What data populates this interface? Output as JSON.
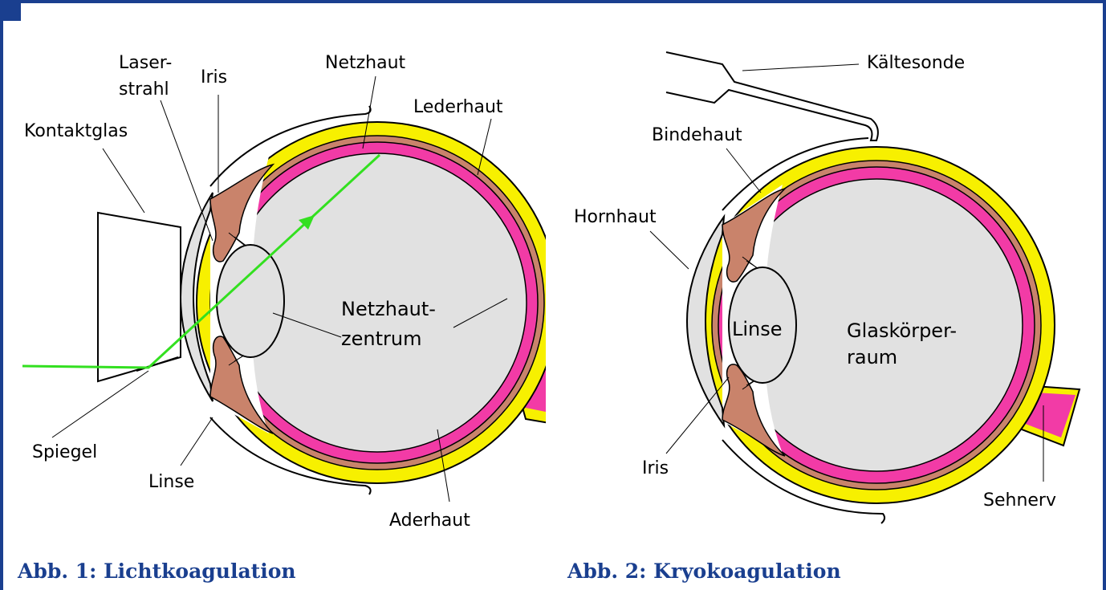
{
  "colors": {
    "frame": "#1a3f8f",
    "sclera": "#f7f000",
    "choroid": "#c9836b",
    "retina": "#f23ba6",
    "vitreous": "#e1e1e1",
    "laser": "#33e020"
  },
  "figure1": {
    "caption": "Abb. 1: Lichtkoagulation",
    "labels": {
      "laser_l1": "Laser-",
      "laser_l2": "strahl",
      "iris": "Iris",
      "netzhaut": "Netzhaut",
      "lederhaut": "Lederhaut",
      "kontaktglas": "Kontaktglas",
      "zentrum_l1": "Netzhaut-",
      "zentrum_l2": "zentrum",
      "spiegel": "Spiegel",
      "linse": "Linse",
      "aderhaut": "Aderhaut"
    }
  },
  "figure2": {
    "caption": "Abb. 2: Kryokoagulation",
    "labels": {
      "kaeltesonde": "Kältesonde",
      "bindehaut": "Bindehaut",
      "hornhaut": "Hornhaut",
      "linse": "Linse",
      "glas_l1": "Glaskörper-",
      "glas_l2": "raum",
      "iris": "Iris",
      "sehnerv": "Sehnerv"
    }
  }
}
